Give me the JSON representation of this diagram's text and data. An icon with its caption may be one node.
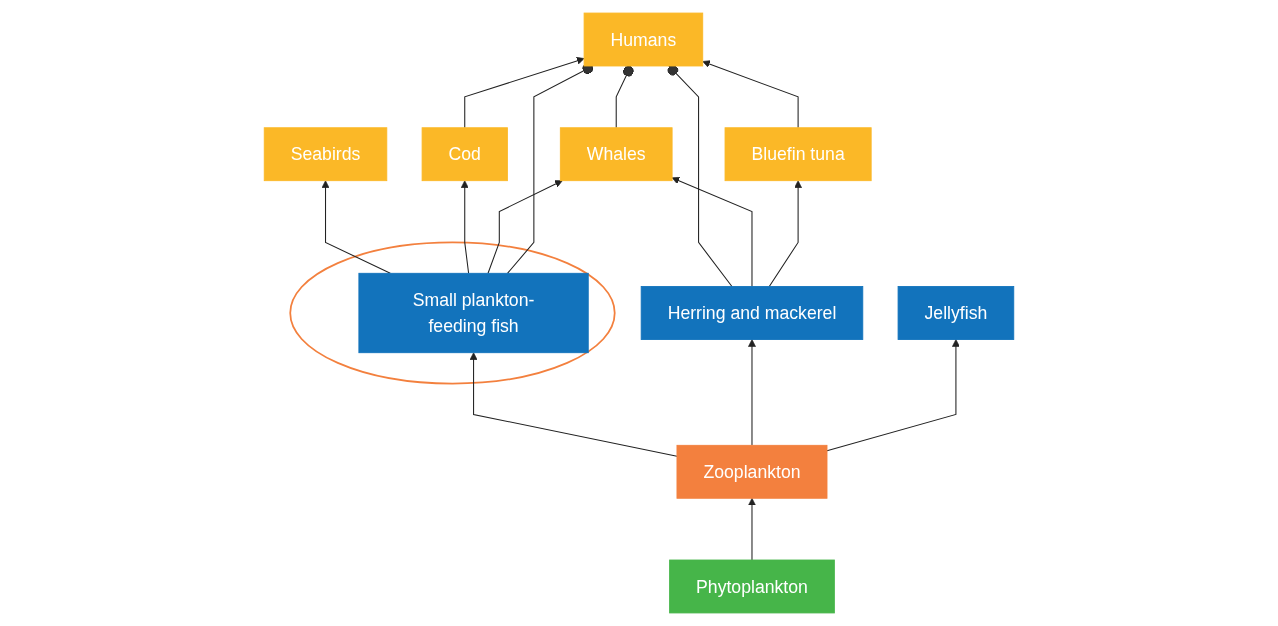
{
  "diagram": {
    "nodes": [
      {
        "text": [
          "Humans"
        ]
      },
      {
        "text": [
          "Seabirds"
        ]
      },
      {
        "text": [
          "Cod"
        ]
      },
      {
        "text": [
          "Whales"
        ]
      },
      {
        "text": [
          "Bluefin tuna"
        ]
      },
      {
        "text": [],
        "shape": "ellipse"
      },
      {
        "text": [
          "Small plankton-feeding fish"
        ],
        "in": 5
      },
      {
        "text": [
          "Herring and mackerel"
        ]
      },
      {
        "text": [
          "Jellyfish"
        ]
      },
      {
        "text": [
          "Zooplankton"
        ]
      },
      {
        "text": [
          "Phytoplankton"
        ]
      }
    ],
    "edges": [
      {
        "from": 10,
        "to": 9,
        "arrow": "to"
      },
      {
        "from": 9,
        "to": 6,
        "arrow": "to"
      },
      {
        "from": 9,
        "to": 7,
        "arrow": "to"
      },
      {
        "from": 9,
        "to": 8,
        "arrow": "to"
      },
      {
        "from": 6,
        "to": 1,
        "arrow": "to"
      },
      {
        "from": 6,
        "to": 2,
        "arrow": "to"
      },
      {
        "from": 6,
        "to": 3,
        "arrow": "to"
      },
      {
        "from": 6,
        "to": 0,
        "arrow": "other"
      },
      {
        "from": 7,
        "to": 0,
        "arrow": "other"
      },
      {
        "from": 7,
        "to": 3,
        "arrow": "to"
      },
      {
        "from": 7,
        "to": 4,
        "arrow": "to"
      },
      {
        "from": 3,
        "to": 0,
        "arrow": "other"
      },
      {
        "from": 2,
        "to": 0,
        "arrow": "to"
      },
      {
        "from": 4,
        "to": 0,
        "arrow": "to"
      }
    ]
  }
}
